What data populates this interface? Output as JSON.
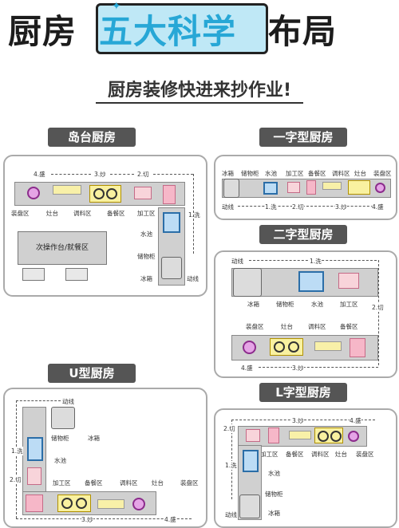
{
  "header": {
    "title_left": "厨房",
    "title_highlight": "五大科学",
    "title_right": "布局",
    "subtitle": "厨房装修快进来抄作业!"
  },
  "sections": {
    "island": {
      "title": "岛台厨房",
      "labels": {
        "step4": "4.盛",
        "step3": "3.炒",
        "step2": "2.切",
        "step1": "1.洗",
        "zone_plate": "装盘区",
        "zone_stove": "灶台",
        "zone_spice": "调料区",
        "zone_prep": "备餐区",
        "zone_work": "加工区",
        "sink": "水池",
        "storage": "储物柜",
        "fridge": "冰箱",
        "flow": "动线",
        "island_table": "次操作台/就餐区"
      }
    },
    "oneline": {
      "title": "一字型厨房",
      "labels": {
        "fridge": "冰箱",
        "storage": "储物柜",
        "sink": "水池",
        "work": "加工区",
        "prep": "备餐区",
        "spice": "调料区",
        "stove": "灶台",
        "plate": "装盘区",
        "flow": "动线",
        "s1": "1.洗",
        "s2": "2.切",
        "s3": "3.炒",
        "s4": "4.盛"
      }
    },
    "twoline": {
      "title": "二字型厨房",
      "labels": {
        "flow": "动线",
        "s1": "1.洗",
        "fridge": "冰箱",
        "storage": "储物柜",
        "sink": "水池",
        "work": "加工区",
        "s2": "2.切",
        "plate": "装盘区",
        "stove": "灶台",
        "spice": "调料区",
        "prep": "备餐区",
        "s4": "4.盛",
        "s3": "3.炒"
      }
    },
    "ushape": {
      "title": "U型厨房",
      "labels": {
        "flow": "动线",
        "storage": "储物柜",
        "fridge": "冰箱",
        "s1": "1.洗",
        "sink": "水池",
        "s2": "2.切",
        "work": "加工区",
        "prep": "备餐区",
        "spice": "调料区",
        "stove": "灶台",
        "plate": "装盘区",
        "s3": "3.炒",
        "s4": "4.盛"
      }
    },
    "lshape": {
      "title": "L字型厨房",
      "labels": {
        "s3": "3.炒",
        "s4": "4.盛",
        "s2": "2.切",
        "s1": "1.洗",
        "work": "加工区",
        "prep": "备餐区",
        "spice": "调料区",
        "stove": "灶台",
        "plate": "装盘区",
        "sink": "水池",
        "storage": "储物柜",
        "fridge": "冰箱",
        "flow": "动线"
      }
    }
  }
}
